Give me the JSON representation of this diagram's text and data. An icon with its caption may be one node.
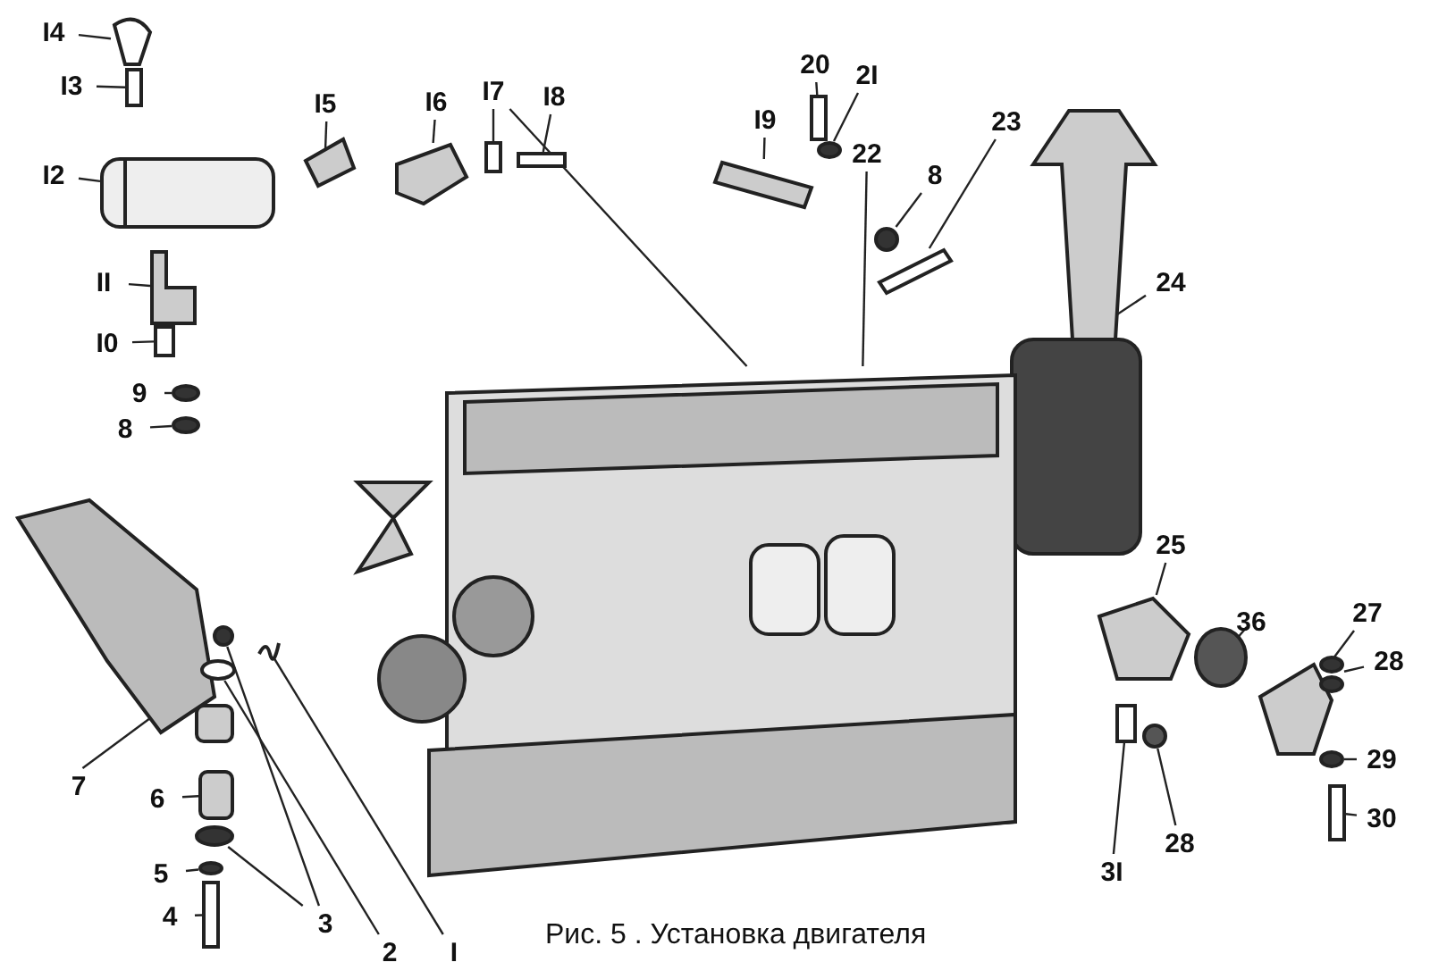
{
  "diagram": {
    "caption": "Рис. 5 . Установка двигателя",
    "nodes": [
      {
        "text": [
          "I4"
        ]
      },
      {
        "text": [
          "I3"
        ]
      },
      {
        "text": [
          "I2"
        ]
      },
      {
        "text": [
          "II"
        ]
      },
      {
        "text": [
          "I0"
        ]
      },
      {
        "text": [
          "9"
        ]
      },
      {
        "text": [
          "8"
        ]
      },
      {
        "text": [
          "I5"
        ]
      },
      {
        "text": [
          "I6"
        ]
      },
      {
        "text": [
          "I7"
        ]
      },
      {
        "text": [
          "I8"
        ]
      },
      {
        "text": [
          "I9"
        ]
      },
      {
        "text": [
          "20"
        ]
      },
      {
        "text": [
          "2I"
        ]
      },
      {
        "text": [
          "22"
        ]
      },
      {
        "text": [
          "8"
        ]
      },
      {
        "text": [
          "23"
        ]
      },
      {
        "text": [
          "24"
        ]
      },
      {
        "text": [
          "25"
        ]
      },
      {
        "text": [
          "36"
        ]
      },
      {
        "text": [
          "27"
        ]
      },
      {
        "text": [
          "28"
        ]
      },
      {
        "text": [
          "29"
        ]
      },
      {
        "text": [
          "30"
        ]
      },
      {
        "text": [
          "28"
        ]
      },
      {
        "text": [
          "3I"
        ]
      },
      {
        "text": [
          "7"
        ]
      },
      {
        "text": [
          "6"
        ]
      },
      {
        "text": [
          "5"
        ]
      },
      {
        "text": [
          "4"
        ]
      },
      {
        "text": [
          "3"
        ]
      },
      {
        "text": [
          "2"
        ]
      },
      {
        "text": [
          "I"
        ]
      },
      {
        "text": [],
        "shape": "picture"
      },
      {
        "text": [],
        "shape": "box"
      },
      {
        "text": [],
        "shape": "picture"
      },
      {
        "text": [],
        "shape": "picture"
      },
      {
        "text": [],
        "shape": "box"
      },
      {
        "text": [],
        "shape": "circle"
      },
      {
        "text": [],
        "shape": "circle"
      },
      {
        "text": [],
        "shape": "picture"
      },
      {
        "text": [],
        "shape": "picture"
      },
      {
        "text": [],
        "shape": "box"
      },
      {
        "text": [],
        "shape": "box"
      },
      {
        "text": [],
        "shape": "picture"
      },
      {
        "text": [],
        "shape": "box"
      },
      {
        "text": [],
        "shape": "circle"
      },
      {
        "text": [],
        "shape": "circle"
      },
      {
        "text": [],
        "shape": "picture"
      },
      {
        "text": [],
        "shape": "picture"
      },
      {
        "text": [],
        "shape": "picture"
      },
      {
        "text": [],
        "shape": "picture"
      },
      {
        "text": [],
        "shape": "circle"
      },
      {
        "text": [],
        "shape": "picture"
      },
      {
        "text": [],
        "shape": "picture"
      },
      {
        "text": [],
        "shape": "circle"
      },
      {
        "text": [],
        "shape": "box"
      },
      {
        "text": [],
        "shape": "circle"
      },
      {
        "text": [],
        "shape": "box"
      },
      {
        "text": [],
        "shape": "picture"
      },
      {
        "text": [],
        "shape": "circle"
      },
      {
        "text": [],
        "shape": "circle"
      },
      {
        "text": [],
        "shape": "box"
      },
      {
        "text": [],
        "shape": "box"
      },
      {
        "text": [],
        "shape": "circle"
      },
      {
        "text": [],
        "shape": "circle"
      },
      {
        "text": [],
        "shape": "box"
      },
      {
        "text": [],
        "shape": "picture"
      }
    ],
    "edges": [
      {
        "from": 0,
        "to": 33,
        "arrow": "none"
      },
      {
        "from": 1,
        "to": 34,
        "arrow": "none"
      },
      {
        "from": 2,
        "to": 35,
        "arrow": "none"
      },
      {
        "from": 3,
        "to": 36,
        "arrow": "none"
      },
      {
        "from": 4,
        "to": 37,
        "arrow": "none"
      },
      {
        "from": 5,
        "to": 38,
        "arrow": "none"
      },
      {
        "from": 6,
        "to": 39,
        "arrow": "none"
      },
      {
        "from": 7,
        "to": 40,
        "arrow": "none"
      },
      {
        "from": 8,
        "to": 41,
        "arrow": "none"
      },
      {
        "from": 9,
        "to": 42,
        "arrow": "none"
      },
      {
        "from": 9,
        "to": 50,
        "arrow": "none"
      },
      {
        "from": 10,
        "to": 43,
        "arrow": "none"
      },
      {
        "from": 11,
        "to": 44,
        "arrow": "none"
      },
      {
        "from": 12,
        "to": 45,
        "arrow": "none"
      },
      {
        "from": 13,
        "to": 46,
        "arrow": "none"
      },
      {
        "from": 14,
        "to": 50,
        "arrow": "none"
      },
      {
        "from": 15,
        "to": 47,
        "arrow": "none"
      },
      {
        "from": 16,
        "to": 48,
        "arrow": "none"
      },
      {
        "from": 17,
        "to": 49,
        "arrow": "none"
      },
      {
        "from": 18,
        "to": 51,
        "arrow": "none"
      },
      {
        "from": 19,
        "to": 52,
        "arrow": "none"
      },
      {
        "from": 20,
        "to": 53,
        "arrow": "none"
      },
      {
        "from": 21,
        "to": 54,
        "arrow": "none"
      },
      {
        "from": 22,
        "to": 55,
        "arrow": "none"
      },
      {
        "from": 23,
        "to": 56,
        "arrow": "none"
      },
      {
        "from": 24,
        "to": 57,
        "arrow": "none"
      },
      {
        "from": 25,
        "to": 58,
        "arrow": "none"
      },
      {
        "from": 26,
        "to": 59,
        "arrow": "none"
      },
      {
        "from": 27,
        "to": 63,
        "arrow": "none"
      },
      {
        "from": 28,
        "to": 65,
        "arrow": "none"
      },
      {
        "from": 29,
        "to": 66,
        "arrow": "none"
      },
      {
        "from": 30,
        "to": 64,
        "arrow": "none"
      },
      {
        "from": 30,
        "to": 60,
        "arrow": "none"
      },
      {
        "from": 31,
        "to": 61,
        "arrow": "none"
      },
      {
        "from": 32,
        "to": 67,
        "arrow": "none"
      }
    ]
  }
}
